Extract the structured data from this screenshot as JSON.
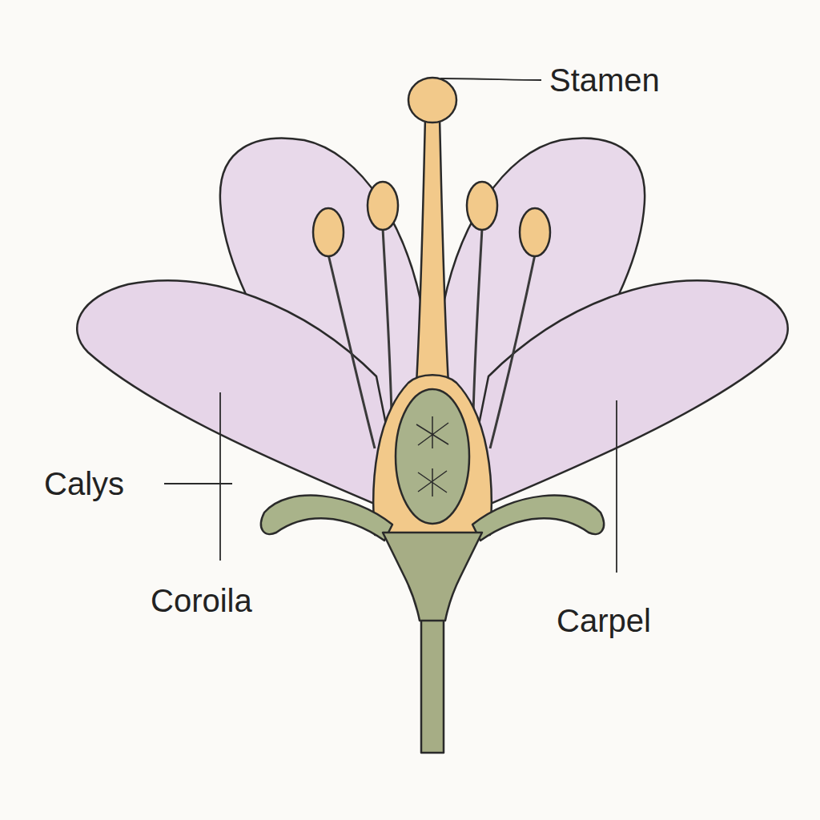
{
  "diagram": {
    "labels": [
      "Stamen",
      "Calys",
      "Coroila",
      "Carpel"
    ]
  }
}
